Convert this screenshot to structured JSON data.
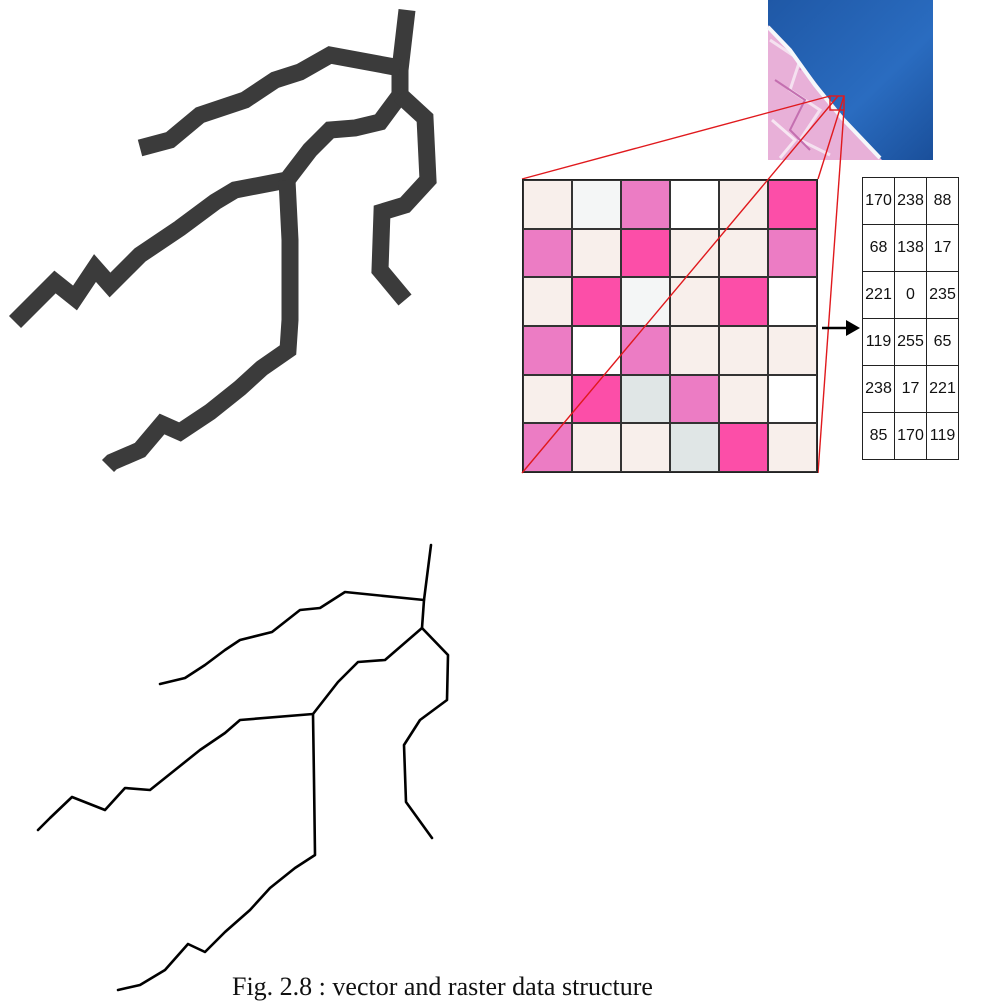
{
  "figure": {
    "caption": "Fig. 2.8 : vector and raster data structure"
  },
  "raster_grid": {
    "colors": {
      "light": "#f8efeb",
      "very_light": "#f4f6f6",
      "pink": "#ec7cc4",
      "magenta": "#fc4ea8",
      "white": "#ffffff",
      "gray": "#e0e6e6"
    },
    "cells": [
      [
        "light",
        "very_light",
        "pink",
        "white",
        "light",
        "magenta"
      ],
      [
        "pink",
        "light",
        "magenta",
        "light",
        "light",
        "pink"
      ],
      [
        "light",
        "magenta",
        "very_light",
        "light",
        "magenta",
        "white"
      ],
      [
        "pink",
        "white",
        "pink",
        "light",
        "light",
        "light"
      ],
      [
        "light",
        "magenta",
        "gray",
        "pink",
        "light",
        "white"
      ],
      [
        "pink",
        "light",
        "light",
        "gray",
        "magenta",
        "light"
      ]
    ]
  },
  "value_table": {
    "rows": [
      [
        "170",
        "238",
        "88"
      ],
      [
        "68",
        "138",
        "17"
      ],
      [
        "221",
        "0",
        "235"
      ],
      [
        "119",
        "255",
        "65"
      ],
      [
        "238",
        "17",
        "221"
      ],
      [
        "85",
        "170",
        "119"
      ]
    ]
  },
  "satellite": {
    "water_color": "#1f5aa8",
    "land_color": "#e7a8d4"
  },
  "line_colors": {
    "raster": "#3b3b3b",
    "vector": "#000000",
    "zoom": "#e0191d"
  }
}
